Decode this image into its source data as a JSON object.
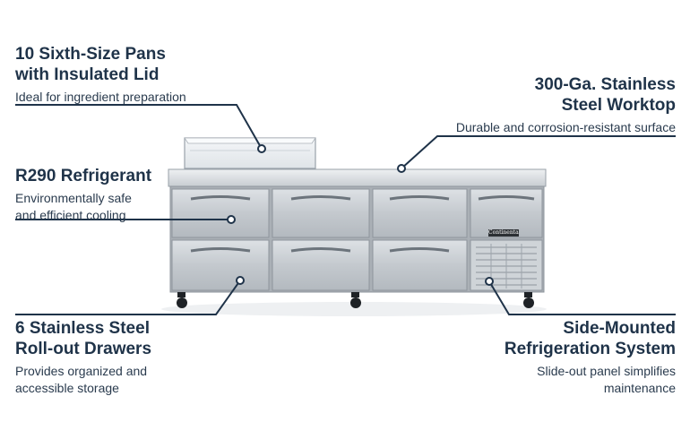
{
  "callouts": {
    "pans": {
      "title_line1": "10 Sixth-Size Pans",
      "title_line2": "with Insulated Lid",
      "desc": "Ideal for ingredient preparation"
    },
    "worktop": {
      "title_line1": "300-Ga. Stainless",
      "title_line2": "Steel Worktop",
      "desc": "Durable and corrosion-resistant surface"
    },
    "refrigerant": {
      "title": "R290 Refrigerant",
      "desc_line1": "Environmentally safe",
      "desc_line2": "and efficient cooling"
    },
    "drawers": {
      "title_line1": "6 Stainless Steel",
      "title_line2": "Roll-out Drawers",
      "desc_line1": "Provides organized and",
      "desc_line2": "accessible storage"
    },
    "refrigeration": {
      "title_line1": "Side-Mounted",
      "title_line2": "Refrigeration System",
      "desc_line1": "Slide-out panel simplifies",
      "desc_line2": "maintenance"
    }
  },
  "product": {
    "brand_badge": "Continental"
  },
  "colors": {
    "heading": "#1f3349",
    "callout_line": "#1f3349",
    "steel": "#c9ced3"
  }
}
